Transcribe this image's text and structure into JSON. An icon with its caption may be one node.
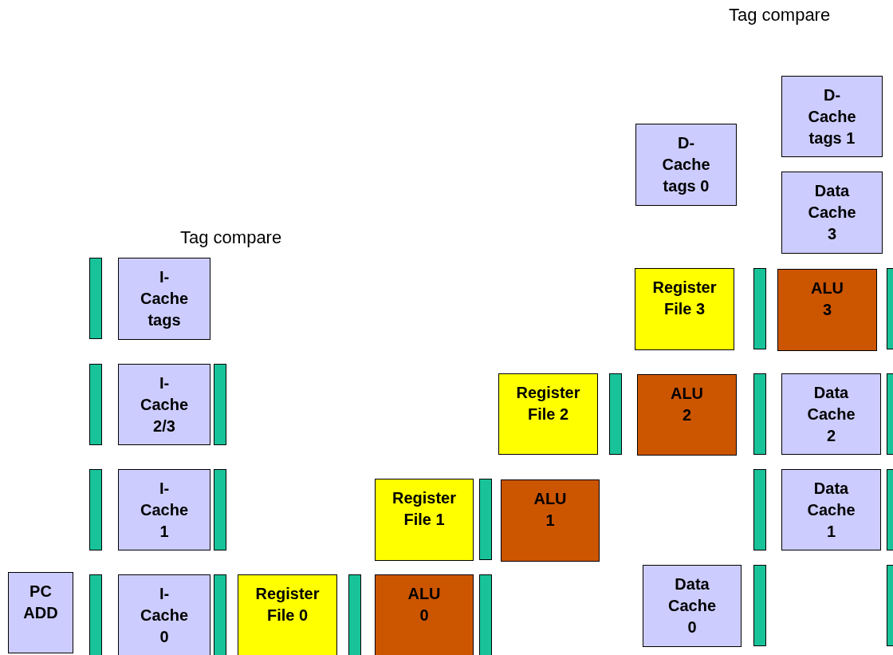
{
  "diagram": {
    "nodes": [
      {
        "text": [
          "D-Cache tags 1"
        ]
      },
      {
        "text": [
          "D-Cache tags 0"
        ]
      },
      {
        "text": [
          "Data Cache 3"
        ]
      },
      {
        "text": [
          "I-Cache tags"
        ]
      },
      {
        "text": [
          "Register File 3"
        ]
      },
      {
        "text": [
          "ALU 3"
        ]
      },
      {
        "text": [
          "I-Cache 2/3"
        ]
      },
      {
        "text": [
          "Register File 2"
        ]
      },
      {
        "text": [
          "ALU 2"
        ]
      },
      {
        "text": [
          "Data Cache 2"
        ]
      },
      {
        "text": [
          "I-Cache 1"
        ]
      },
      {
        "text": [
          "Register File 1"
        ]
      },
      {
        "text": [
          "ALU 1"
        ]
      },
      {
        "text": [
          "Data Cache 1"
        ]
      },
      {
        "text": [
          "Data Cache 0"
        ]
      },
      {
        "text": [
          "PC ADD"
        ]
      },
      {
        "text": [
          "I-Cache 0"
        ]
      },
      {
        "text": [
          "Register File 0"
        ]
      },
      {
        "text": [
          "ALU 0"
        ]
      },
      {
        "text": [],
        "shape": "bar"
      },
      {
        "text": [],
        "shape": "bar"
      },
      {
        "text": [],
        "shape": "bar"
      },
      {
        "text": [],
        "shape": "bar"
      },
      {
        "text": [],
        "shape": "bar"
      },
      {
        "text": [],
        "shape": "bar"
      },
      {
        "text": [],
        "shape": "bar"
      },
      {
        "text": [],
        "shape": "bar"
      },
      {
        "text": [],
        "shape": "bar"
      },
      {
        "text": [],
        "shape": "bar"
      },
      {
        "text": [],
        "shape": "bar"
      },
      {
        "text": [],
        "shape": "bar"
      },
      {
        "text": [],
        "shape": "bar"
      },
      {
        "text": [],
        "shape": "bar"
      },
      {
        "text": [],
        "shape": "bar"
      },
      {
        "text": [],
        "shape": "bar"
      },
      {
        "text": [],
        "shape": "bar"
      },
      {
        "text": [],
        "shape": "bar"
      },
      {
        "text": [],
        "shape": "bar"
      }
    ],
    "labels": [
      "Tag compare",
      "Tag compare"
    ]
  }
}
